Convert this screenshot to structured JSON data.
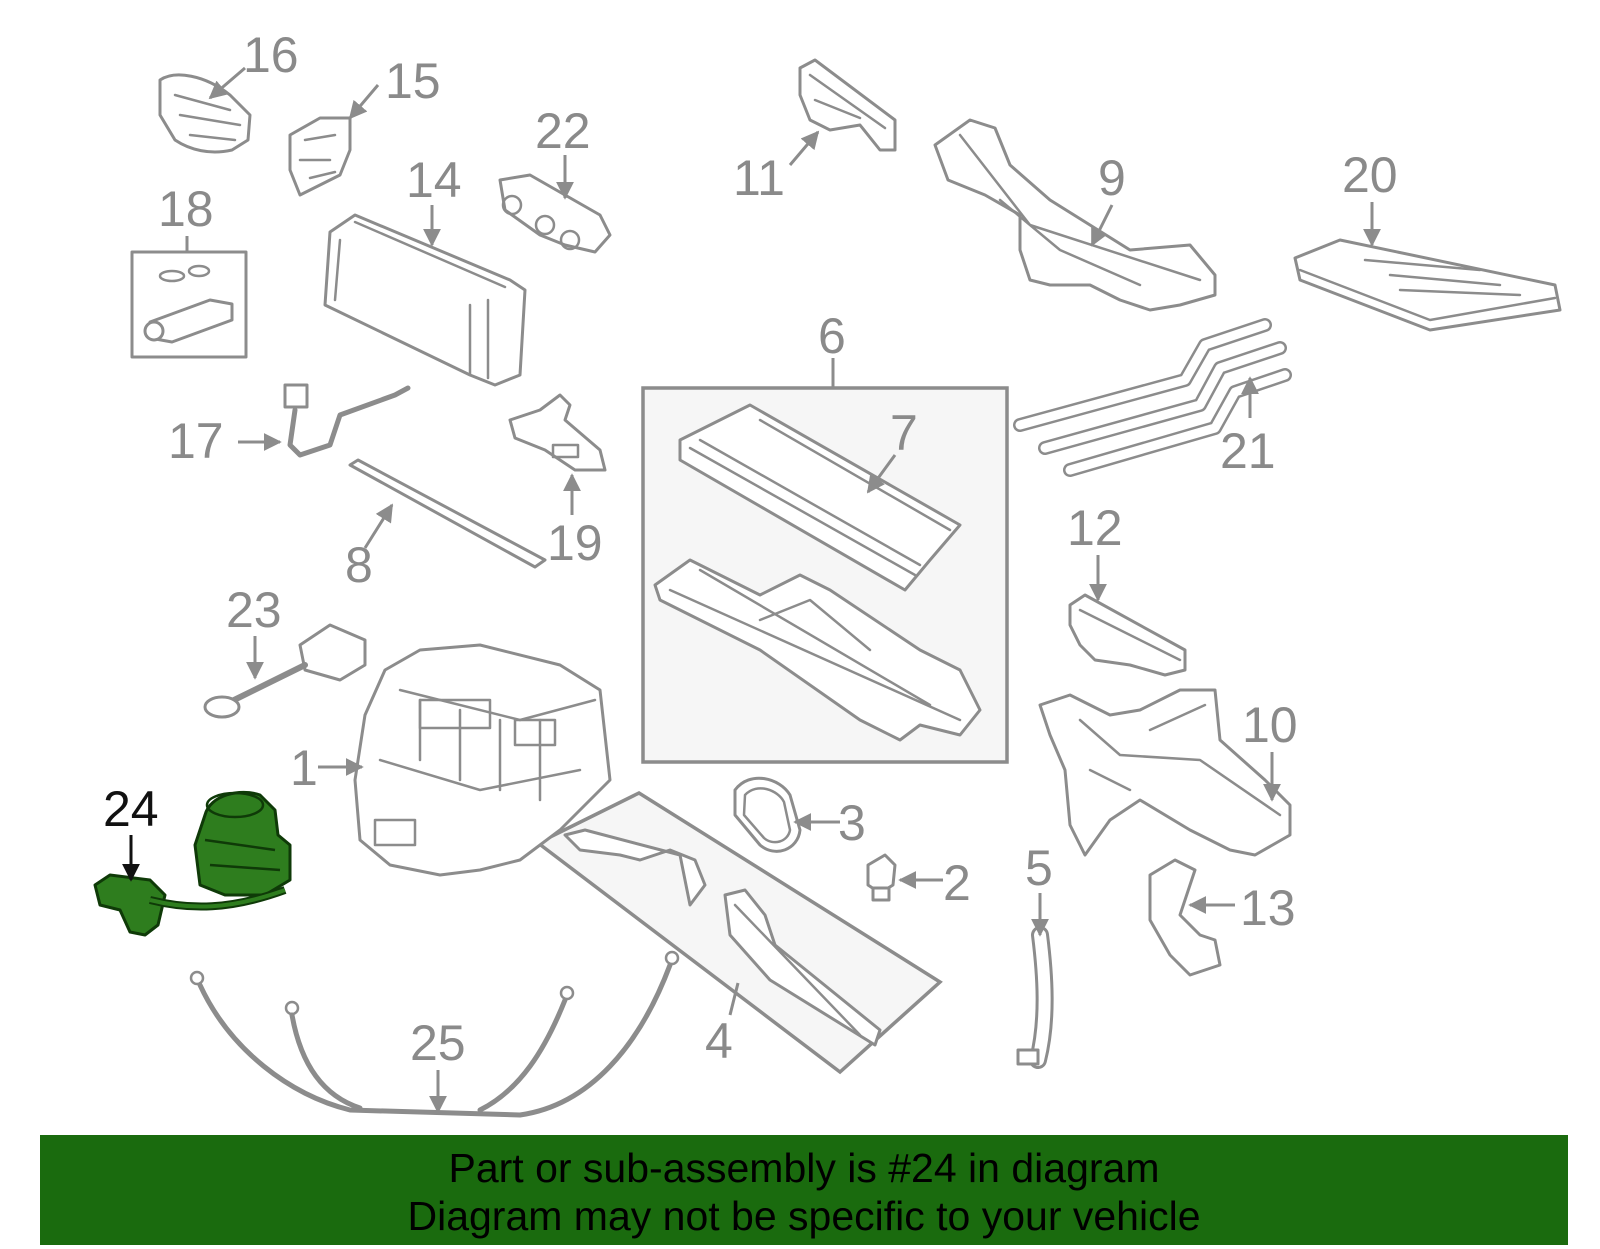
{
  "labels": [
    "1",
    "2",
    "3",
    "4",
    "5",
    "6",
    "7",
    "8",
    "9",
    "10",
    "11",
    "12",
    "13",
    "14",
    "15",
    "16",
    "17",
    "18",
    "19",
    "20",
    "21",
    "22",
    "23",
    "24",
    "25"
  ],
  "highlighted_label": "24",
  "colors": {
    "banner_bg": "#1a6b0e",
    "highlight_fill": "#2e7d1e",
    "line_gray": "#8c8c8c"
  },
  "banner": {
    "line1": "Part or sub-assembly is #24 in diagram",
    "line2": "Diagram may not be specific to your vehicle"
  }
}
